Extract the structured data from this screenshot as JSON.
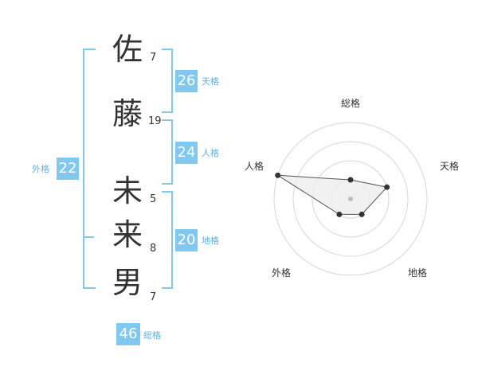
{
  "name_chars": [
    {
      "char": "佐",
      "strokes": "7"
    },
    {
      "char": "藤",
      "strokes": "19"
    },
    {
      "char": "未",
      "strokes": "5"
    },
    {
      "char": "来",
      "strokes": "8"
    },
    {
      "char": "男",
      "strokes": "7"
    }
  ],
  "kaku": {
    "tenkaku": {
      "value": "26",
      "label": "天格"
    },
    "jinkaku": {
      "value": "24",
      "label": "人格"
    },
    "chikaku": {
      "value": "20",
      "label": "地格"
    },
    "gaikaku": {
      "value": "22",
      "label": "外格"
    },
    "soukaku": {
      "value": "46",
      "label": "総格"
    }
  },
  "radar": {
    "labels": {
      "top": "総格",
      "right": "天格",
      "bottom_right": "地格",
      "bottom_left": "外格",
      "left": "人格"
    },
    "rings": 4,
    "scores": {
      "soukaku": 1,
      "tenkaku": 2,
      "chikaku": 1,
      "gaikaku": 1,
      "jinkaku": 4
    },
    "colors": {
      "grid": "#d6d6d6",
      "fill": "#eeeeee",
      "line": "#555555",
      "point": "#333333",
      "center": "#bbbbbb"
    }
  },
  "colors": {
    "accent": "#80c8f0",
    "caption": "#5bb3e6",
    "text": "#333333"
  }
}
